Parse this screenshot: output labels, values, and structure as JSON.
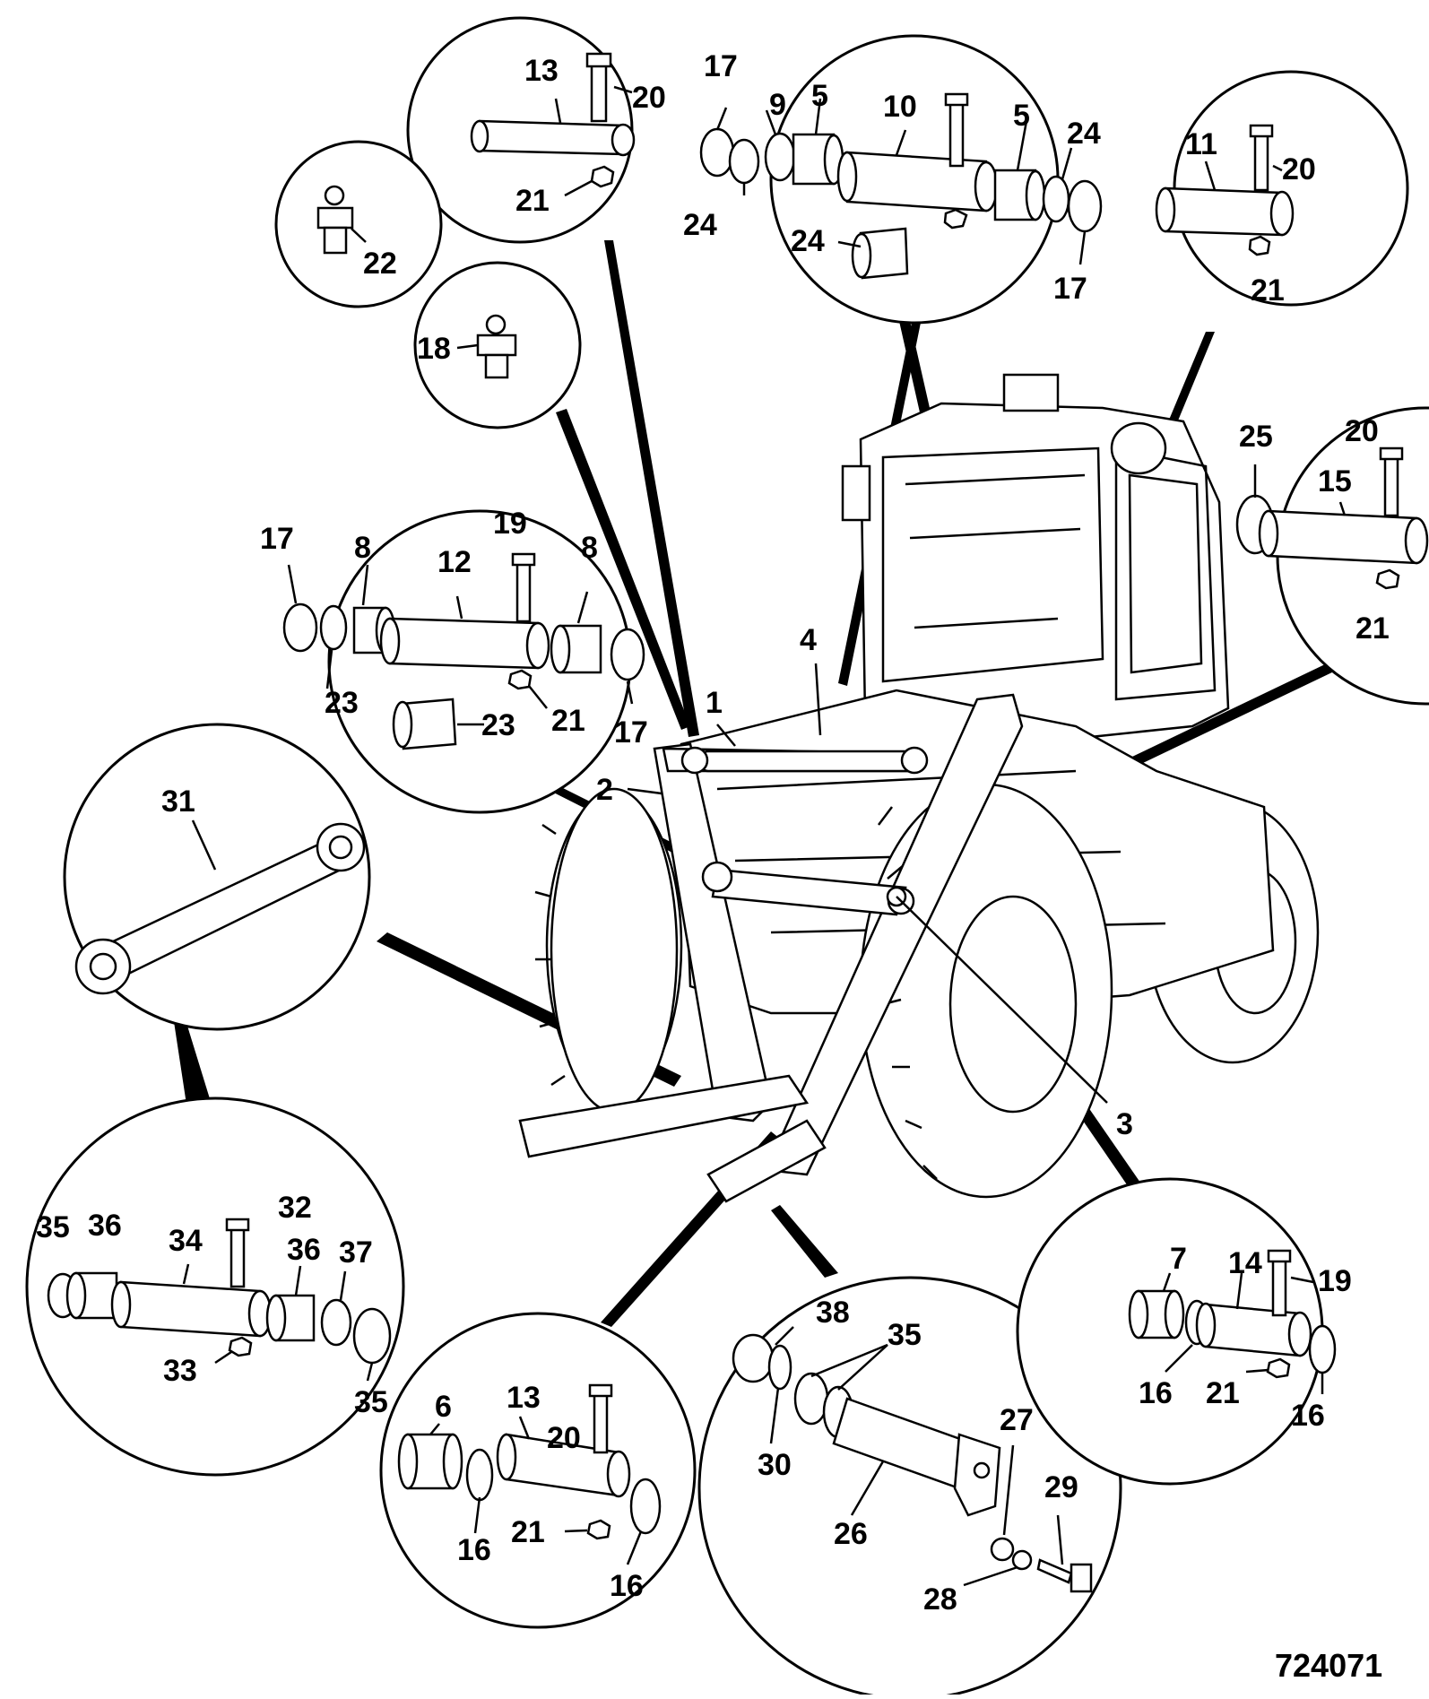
{
  "figure_ref": "724071",
  "callouts": {
    "c13a": "13",
    "c20a": "20",
    "c21a": "21",
    "c22": "22",
    "c18": "18",
    "c17a": "17",
    "c24a": "24",
    "c9": "9",
    "c5a": "5",
    "c10": "10",
    "c5b": "5",
    "c24b": "24",
    "c24c": "24",
    "c17b": "17",
    "c11": "11",
    "c20b": "20",
    "c21b": "21",
    "c17c": "17",
    "c8a": "8",
    "c12": "12",
    "c19a": "19",
    "c8b": "8",
    "c23a": "23",
    "c21c": "21",
    "c23b": "23",
    "c17d": "17",
    "c25": "25",
    "c20c": "20",
    "c15": "15",
    "c21d": "21",
    "c1": "1",
    "c4": "4",
    "c2": "2",
    "c3": "3",
    "c31": "31",
    "c35a": "35",
    "c36a": "36",
    "c34": "34",
    "c32": "32",
    "c36b": "36",
    "c37": "37",
    "c33": "33",
    "c35b": "35",
    "c6": "6",
    "c13b": "13",
    "c20d": "20",
    "c16a": "16",
    "c21e": "21",
    "c16b": "16",
    "c38": "38",
    "c35c": "35",
    "c30": "30",
    "c26": "26",
    "c27": "27",
    "c29": "29",
    "c28": "28",
    "c7": "7",
    "c14": "14",
    "c19b": "19",
    "c16c": "16",
    "c21f": "21",
    "c16d": "16"
  }
}
